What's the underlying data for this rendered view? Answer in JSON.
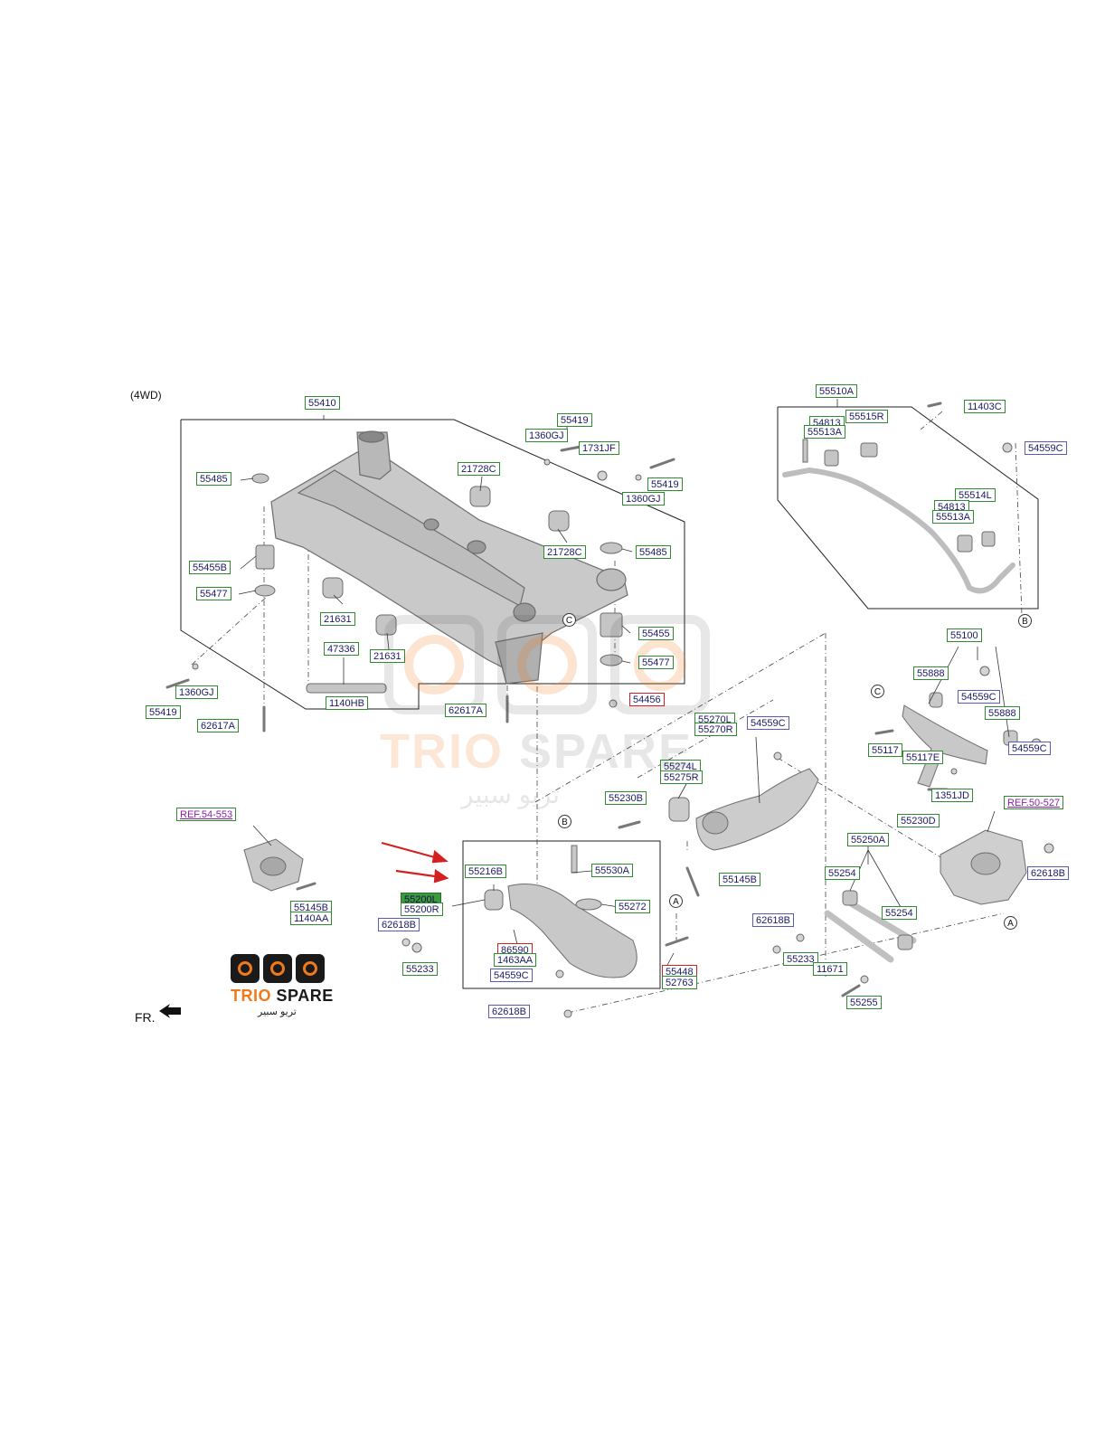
{
  "header": {
    "variant": "(4WD)"
  },
  "front_marker": {
    "label": "FR."
  },
  "brand": {
    "name_part1": "TRIO",
    "name_part2": "SPARE",
    "arabic": "تريو سبير",
    "colors": {
      "orange": "#f07a1a",
      "dark": "#1a1a1a"
    }
  },
  "watermark": {
    "part1": "TRIO",
    "part2": "SPARE",
    "arabic": "تريو سبير"
  },
  "callouts": [
    "A",
    "B",
    "C"
  ],
  "labels": {
    "subframe": [
      "55410",
      "55485",
      "55455B",
      "55477",
      "21631",
      "47336",
      "21631",
      "1140HB",
      "1360GJ",
      "55419",
      "62617A",
      "62617A",
      "1360GJ",
      "55419",
      "1731JF",
      "21728C",
      "55419",
      "1360GJ",
      "21728C",
      "55485",
      "55455",
      "55477",
      "54456"
    ],
    "stabilizer": [
      "55510A",
      "55515R",
      "54813",
      "55513A",
      "11403C",
      "54559C",
      "55514L",
      "54813",
      "55513A"
    ],
    "upper_arm": [
      "55100",
      "55888",
      "54559C",
      "55888",
      "54559C",
      "55117",
      "55117E",
      "1351JD"
    ],
    "trailing_arm": [
      "55270L",
      "55270R",
      "54559C",
      "55274L",
      "55275R",
      "55145B",
      "55230B"
    ],
    "knuckle": [
      "REF.50-527",
      "62618B",
      "55230D",
      "55250A",
      "55254",
      "55254",
      "62618B",
      "55233",
      "11671",
      "55255"
    ],
    "lower_arm": [
      "55216B",
      "55530A",
      "55272",
      "55200L",
      "55200R",
      "86590",
      "1463AA",
      "54559C",
      "55448",
      "52763",
      "62618B",
      "55233",
      "62618B"
    ],
    "mount": [
      "REF.54-553",
      "55145B",
      "1140AA"
    ]
  },
  "colors": {
    "label_green": "#2e8b2e",
    "label_blue": "#5a5ab8",
    "label_red": "#d02020",
    "ref_purple": "#8a1fa8",
    "arrow_red": "#d42020",
    "part_gray": "#c8c8c8"
  }
}
